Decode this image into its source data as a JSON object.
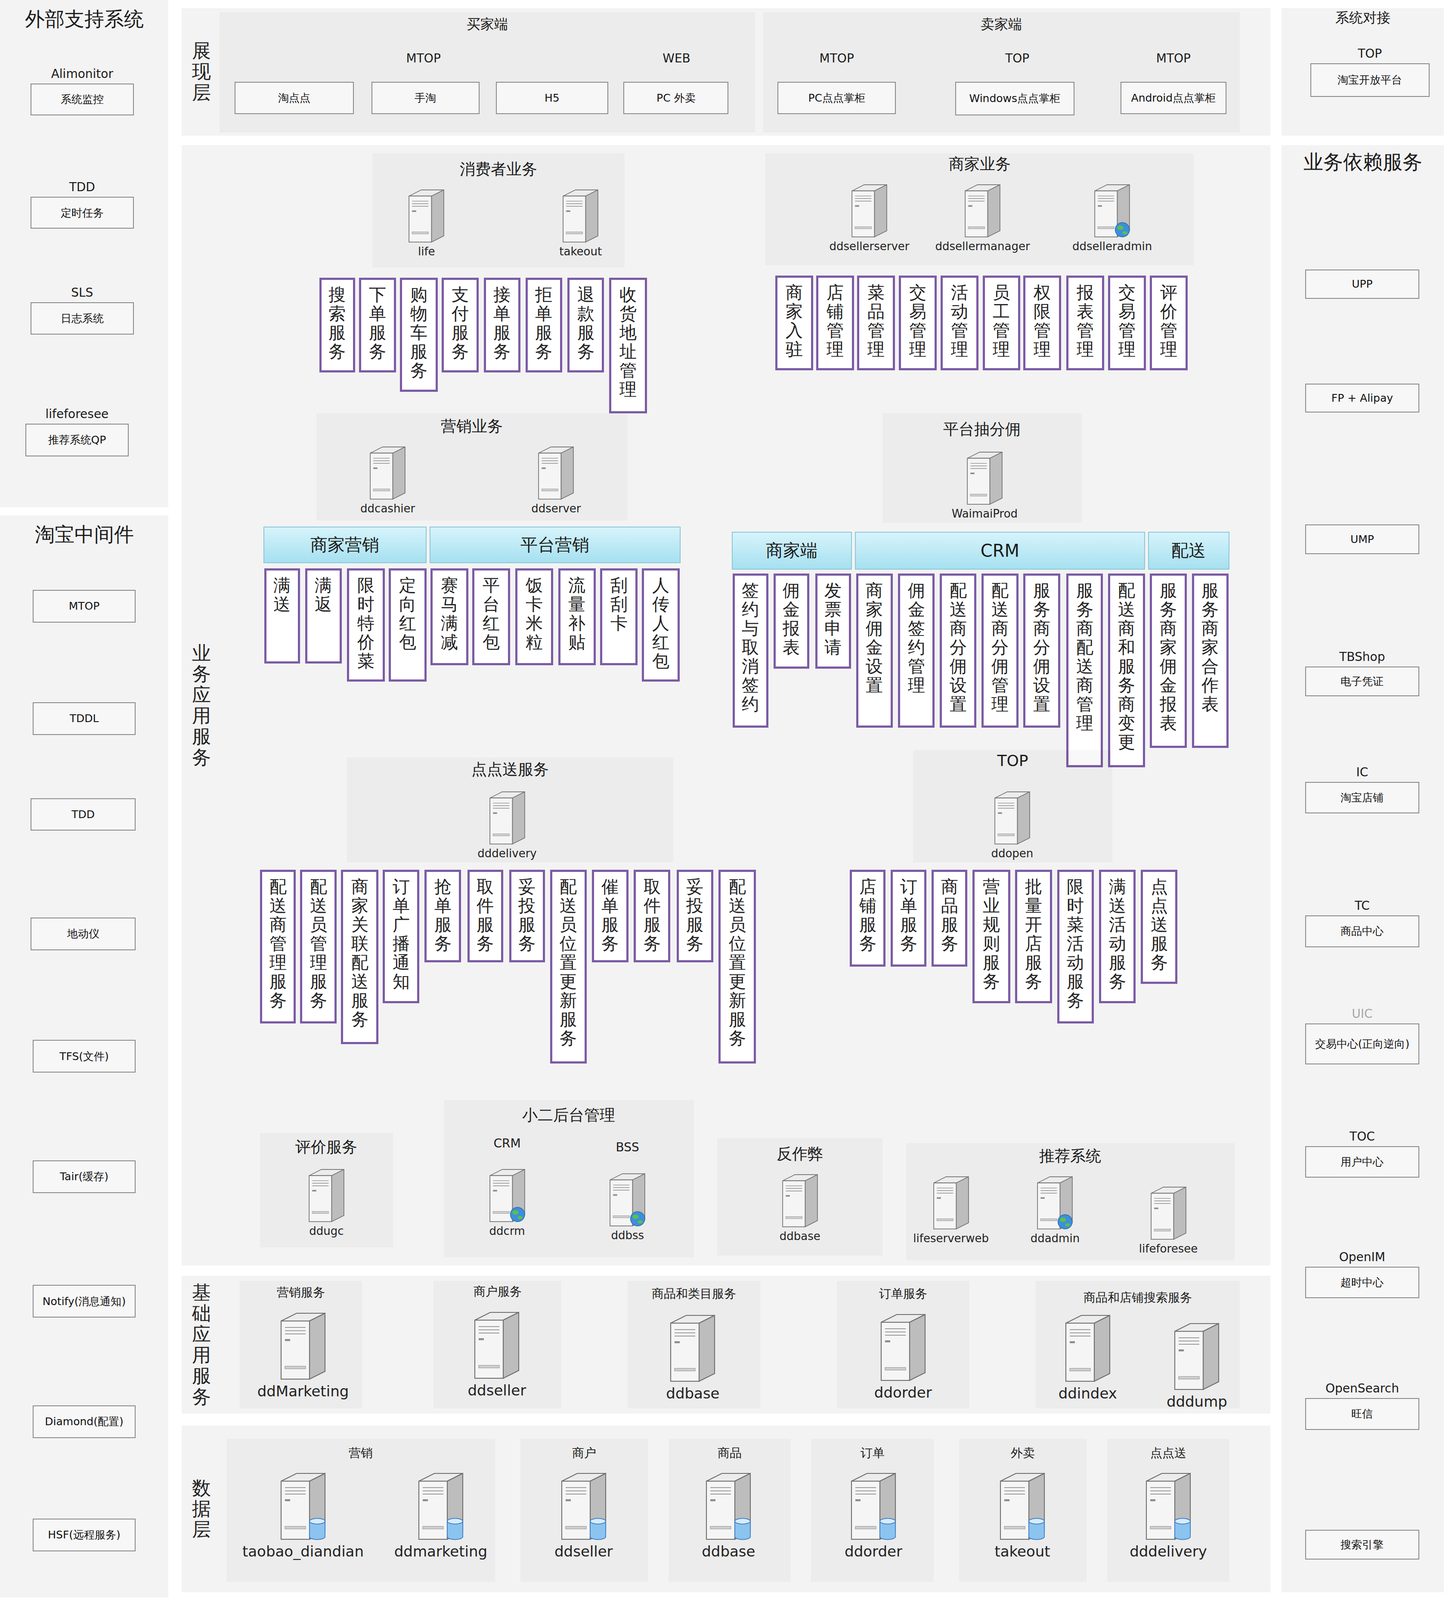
{
  "diagram": {
    "nodes": [
      {
        "text": [
          "外部支持系统"
        ]
      },
      {
        "text": [
          "Alimonitor",
          "系统监控"
        ],
        "in": 0
      },
      {
        "text": [
          "TDD",
          "定时任务"
        ],
        "in": 0
      },
      {
        "text": [
          "SLS",
          "日志系统"
        ],
        "in": 0
      },
      {
        "text": [
          "lifeforesee",
          "推荐系统QP"
        ],
        "in": 0
      },
      {
        "text": [
          "淘宝中间件"
        ]
      },
      {
        "text": [
          "MTOP"
        ],
        "in": 5
      },
      {
        "text": [
          "TDDL"
        ],
        "in": 5
      },
      {
        "text": [
          "TDD"
        ],
        "in": 5
      },
      {
        "text": [
          "地动仪"
        ],
        "in": 5
      },
      {
        "text": [
          "TFS(文件)"
        ],
        "in": 5
      },
      {
        "text": [
          "Tair(缓存)"
        ],
        "in": 5
      },
      {
        "text": [
          "Notify(消息通知)"
        ],
        "in": 5
      },
      {
        "text": [
          "Diamond(配置)"
        ],
        "in": 5
      },
      {
        "text": [
          "HSF(远程服务)"
        ],
        "in": 5
      },
      {
        "text": [
          "展现层"
        ]
      },
      {
        "text": [
          "买家端"
        ],
        "in": 15
      },
      {
        "text": [
          "淘点点"
        ],
        "in": 16
      },
      {
        "text": [
          "手淘"
        ],
        "in": 16
      },
      {
        "text": [
          "H5"
        ],
        "in": 16
      },
      {
        "text": [
          "PC 外卖"
        ],
        "in": 16
      },
      {
        "text": [
          "卖家端"
        ],
        "in": 15
      },
      {
        "text": [
          "PC点点掌柜"
        ],
        "in": 21
      },
      {
        "text": [
          "Windows点点掌柜"
        ],
        "in": 21
      },
      {
        "text": [
          "Android点点掌柜"
        ],
        "in": 21
      },
      {
        "text": [
          "系统对接"
        ]
      },
      {
        "text": [
          "TOP",
          "淘宝开放平台"
        ],
        "in": 25
      },
      {
        "text": [
          "业务应用服务"
        ]
      },
      {
        "text": [
          "消费者业务"
        ],
        "in": 27
      },
      {
        "text": [
          "life"
        ],
        "in": 28
      },
      {
        "text": [
          "takeout"
        ],
        "in": 28
      },
      {
        "text": [
          "搜索服务"
        ],
        "in": 27
      },
      {
        "text": [
          "下单服务"
        ],
        "in": 27
      },
      {
        "text": [
          "购物车服务"
        ],
        "in": 27
      },
      {
        "text": [
          "支付服务"
        ],
        "in": 27
      },
      {
        "text": [
          "接单服务"
        ],
        "in": 27
      },
      {
        "text": [
          "拒单服务"
        ],
        "in": 27
      },
      {
        "text": [
          "退款服务"
        ],
        "in": 27
      },
      {
        "text": [
          "收货地址管理"
        ],
        "in": 27
      },
      {
        "text": [
          "商家业务"
        ],
        "in": 27
      },
      {
        "text": [
          "ddsellerserver"
        ],
        "in": 39
      },
      {
        "text": [
          "ddsellermanager"
        ],
        "in": 39
      },
      {
        "text": [
          "ddselleradmin"
        ],
        "in": 39
      },
      {
        "text": [
          "商家入驻"
        ],
        "in": 27
      },
      {
        "text": [
          "店铺管理"
        ],
        "in": 27
      },
      {
        "text": [
          "菜品管理"
        ],
        "in": 27
      },
      {
        "text": [
          "交易管理"
        ],
        "in": 27
      },
      {
        "text": [
          "活动管理"
        ],
        "in": 27
      },
      {
        "text": [
          "员工管理"
        ],
        "in": 27
      },
      {
        "text": [
          "权限管理"
        ],
        "in": 27
      },
      {
        "text": [
          "报表管理"
        ],
        "in": 27
      },
      {
        "text": [
          "交易管理"
        ],
        "in": 27
      },
      {
        "text": [
          "评价管理"
        ],
        "in": 27
      },
      {
        "text": [
          "营销业务"
        ],
        "in": 27
      },
      {
        "text": [
          "ddcashier"
        ],
        "in": 53
      },
      {
        "text": [
          "ddserver"
        ],
        "in": 53
      },
      {
        "text": [
          "商家营销"
        ],
        "in": 27
      },
      {
        "text": [
          "平台营销"
        ],
        "in": 27
      },
      {
        "text": [
          "满送"
        ],
        "in": 27
      },
      {
        "text": [
          "满返"
        ],
        "in": 27
      },
      {
        "text": [
          "限时特价菜"
        ],
        "in": 27
      },
      {
        "text": [
          "定向红包"
        ],
        "in": 27
      },
      {
        "text": [
          "赛马满减"
        ],
        "in": 27
      },
      {
        "text": [
          "平台红包"
        ],
        "in": 27
      },
      {
        "text": [
          "饭卡米粒"
        ],
        "in": 27
      },
      {
        "text": [
          "流量补贴"
        ],
        "in": 27
      },
      {
        "text": [
          "刮刮卡"
        ],
        "in": 27
      },
      {
        "text": [
          "人传人红包"
        ],
        "in": 27
      },
      {
        "text": [
          "平台抽分佣"
        ],
        "in": 27
      },
      {
        "text": [
          "WaimaiProd"
        ],
        "in": 68
      },
      {
        "text": [
          "商家端"
        ],
        "in": 27
      },
      {
        "text": [
          "CRM"
        ],
        "in": 27
      },
      {
        "text": [
          "配送"
        ],
        "in": 27
      },
      {
        "text": [
          "签约与取消签约"
        ],
        "in": 27
      },
      {
        "text": [
          "佣金报表"
        ],
        "in": 27
      },
      {
        "text": [
          "发票申请"
        ],
        "in": 27
      },
      {
        "text": [
          "商家佣金设置"
        ],
        "in": 27
      },
      {
        "text": [
          "佣金签约管理"
        ],
        "in": 27
      },
      {
        "text": [
          "配送商分佣设置"
        ],
        "in": 27
      },
      {
        "text": [
          "配送商分佣管理"
        ],
        "in": 27
      },
      {
        "text": [
          "服务商分佣设置"
        ],
        "in": 27
      },
      {
        "text": [
          "服务商配送商管理"
        ],
        "in": 27
      },
      {
        "text": [
          "配送商和服务商变更"
        ],
        "in": 27
      },
      {
        "text": [
          "服务商家佣金报表"
        ],
        "in": 27
      },
      {
        "text": [
          "服务商家合作表"
        ],
        "in": 27
      },
      {
        "text": [
          "点点送服务"
        ],
        "in": 27
      },
      {
        "text": [
          "dddelivery"
        ],
        "in": 85
      },
      {
        "text": [
          "配送商管理服务"
        ],
        "in": 27
      },
      {
        "text": [
          "配送员管理服务"
        ],
        "in": 27
      },
      {
        "text": [
          "商家关联配送服务"
        ],
        "in": 27
      },
      {
        "text": [
          "订单广播通知"
        ],
        "in": 27
      },
      {
        "text": [
          "抢单服务"
        ],
        "in": 27
      },
      {
        "text": [
          "取件服务"
        ],
        "in": 27
      },
      {
        "text": [
          "妥投服务"
        ],
        "in": 27
      },
      {
        "text": [
          "配送员位置更新服务"
        ],
        "in": 27
      },
      {
        "text": [
          "催单服务"
        ],
        "in": 27
      },
      {
        "text": [
          "取件服务"
        ],
        "in": 27
      },
      {
        "text": [
          "妥投服务"
        ],
        "in": 27
      },
      {
        "text": [
          "配送员位置更新服务"
        ],
        "in": 27
      },
      {
        "text": [
          "TOP"
        ],
        "in": 27
      },
      {
        "text": [
          "ddopen"
        ],
        "in": 99
      },
      {
        "text": [
          "店铺服务"
        ],
        "in": 27
      },
      {
        "text": [
          "订单服务"
        ],
        "in": 27
      },
      {
        "text": [
          "商品服务"
        ],
        "in": 27
      },
      {
        "text": [
          "营业规则服务"
        ],
        "in": 27
      },
      {
        "text": [
          "批量开店服务"
        ],
        "in": 27
      },
      {
        "text": [
          "限时菜活动服务"
        ],
        "in": 27
      },
      {
        "text": [
          "满送活动服务"
        ],
        "in": 27
      },
      {
        "text": [
          "点点送服务"
        ],
        "in": 27
      },
      {
        "text": [
          "评价服务"
        ],
        "in": 27
      },
      {
        "text": [
          "ddugc"
        ],
        "in": 109
      },
      {
        "text": [
          "小二后台管理"
        ],
        "in": 27
      },
      {
        "text": [
          "ddcrm"
        ],
        "in": 111
      },
      {
        "text": [
          "ddbss"
        ],
        "in": 111
      },
      {
        "text": [
          "反作弊"
        ],
        "in": 27
      },
      {
        "text": [
          "ddbase"
        ],
        "in": 114
      },
      {
        "text": [
          "推荐系统"
        ],
        "in": 27
      },
      {
        "text": [
          "lifeserverweb"
        ],
        "in": 116
      },
      {
        "text": [
          "ddadmin"
        ],
        "in": 116
      },
      {
        "text": [
          "lifeforesee"
        ],
        "in": 116
      },
      {
        "text": [
          "基础应用服务"
        ]
      },
      {
        "text": [
          "营销服务"
        ],
        "in": 120
      },
      {
        "text": [
          "ddMarketing"
        ],
        "in": 121
      },
      {
        "text": [
          "商户服务"
        ],
        "in": 120
      },
      {
        "text": [
          "ddseller"
        ],
        "in": 123
      },
      {
        "text": [
          "商品和类目服务"
        ],
        "in": 120
      },
      {
        "text": [
          "ddbase"
        ],
        "in": 125
      },
      {
        "text": [
          "订单服务"
        ],
        "in": 120
      },
      {
        "text": [
          "ddorder"
        ],
        "in": 127
      },
      {
        "text": [
          "商品和店铺搜索服务"
        ],
        "in": 120
      },
      {
        "text": [
          "ddindex"
        ],
        "in": 129
      },
      {
        "text": [
          "dddump"
        ],
        "in": 129
      },
      {
        "text": [
          "数据层"
        ]
      },
      {
        "text": [
          "营销"
        ],
        "in": 132
      },
      {
        "text": [
          "taobao_diandian"
        ],
        "in": 133
      },
      {
        "text": [
          "ddmarketing"
        ],
        "in": 133
      },
      {
        "text": [
          "商户"
        ],
        "in": 132
      },
      {
        "text": [
          "ddseller"
        ],
        "in": 136
      },
      {
        "text": [
          "商品"
        ],
        "in": 132
      },
      {
        "text": [
          "ddbase"
        ],
        "in": 138
      },
      {
        "text": [
          "订单"
        ],
        "in": 132
      },
      {
        "text": [
          "ddorder"
        ],
        "in": 140
      },
      {
        "text": [
          "外卖"
        ],
        "in": 132
      },
      {
        "text": [
          "takeout"
        ],
        "in": 142
      },
      {
        "text": [
          "点点送"
        ],
        "in": 132
      },
      {
        "text": [
          "dddelivery"
        ],
        "in": 144
      },
      {
        "text": [
          "业务依赖服务"
        ]
      },
      {
        "text": [
          "UPP"
        ],
        "in": 146
      },
      {
        "text": [
          "FP + Alipay"
        ],
        "in": 146
      },
      {
        "text": [
          "UMP"
        ],
        "in": 146
      },
      {
        "text": [
          "TBShop",
          "电子凭证"
        ],
        "in": 146
      },
      {
        "text": [
          "IC",
          "淘宝店铺"
        ],
        "in": 146
      },
      {
        "text": [
          "TC",
          "商品中心"
        ],
        "in": 146
      },
      {
        "text": [
          "UIC",
          "交易中心(正向逆向)"
        ],
        "in": 146
      },
      {
        "text": [
          "TOC",
          "用户中心"
        ],
        "in": 146
      },
      {
        "text": [
          "OpenIM",
          "超时中心"
        ],
        "in": 146
      },
      {
        "text": [
          "OpenSearch",
          "旺信"
        ],
        "in": 146
      },
      {
        "text": [
          "搜索引擎"
        ],
        "in": 146
      }
    ],
    "labels": [
      "MTOP",
      "WEB",
      "MTOP",
      "TOP",
      "MTOP",
      "CRM",
      "BSS"
    ]
  }
}
